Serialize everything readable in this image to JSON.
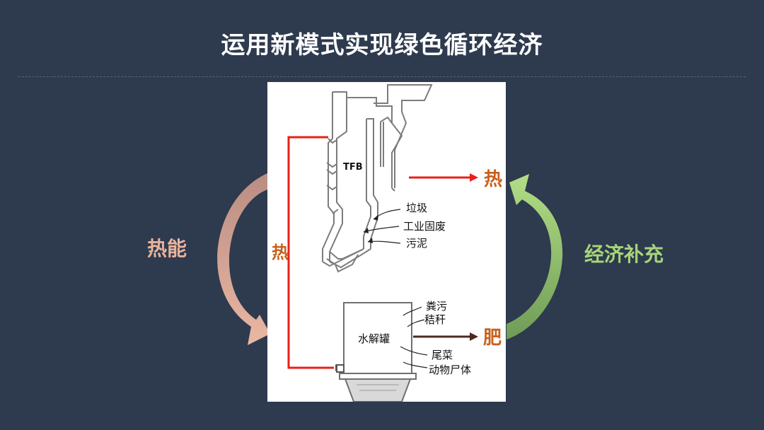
{
  "title": "运用新模式实现绿色循环经济",
  "left_label": "热能",
  "right_label": "经济补充",
  "diagram": {
    "tfb_label": "TFB",
    "heat_out": "热",
    "heat_pipe": "热",
    "fertilizer_out": "肥",
    "tfb_inputs": [
      "垃圾",
      "工业固废",
      "污泥"
    ],
    "tank_label": "水解罐",
    "tank_inputs": [
      "粪污",
      "秸秆",
      "尾菜",
      "动物尸体"
    ]
  },
  "colors": {
    "background": "#2e3a4e",
    "heat_arrow": "#e2ad99",
    "econ_arrow": "#9fd27a",
    "pipe_red": "#e8201a",
    "label_orange": "#c8601b",
    "fertilizer_arrow": "#4a2a20"
  }
}
